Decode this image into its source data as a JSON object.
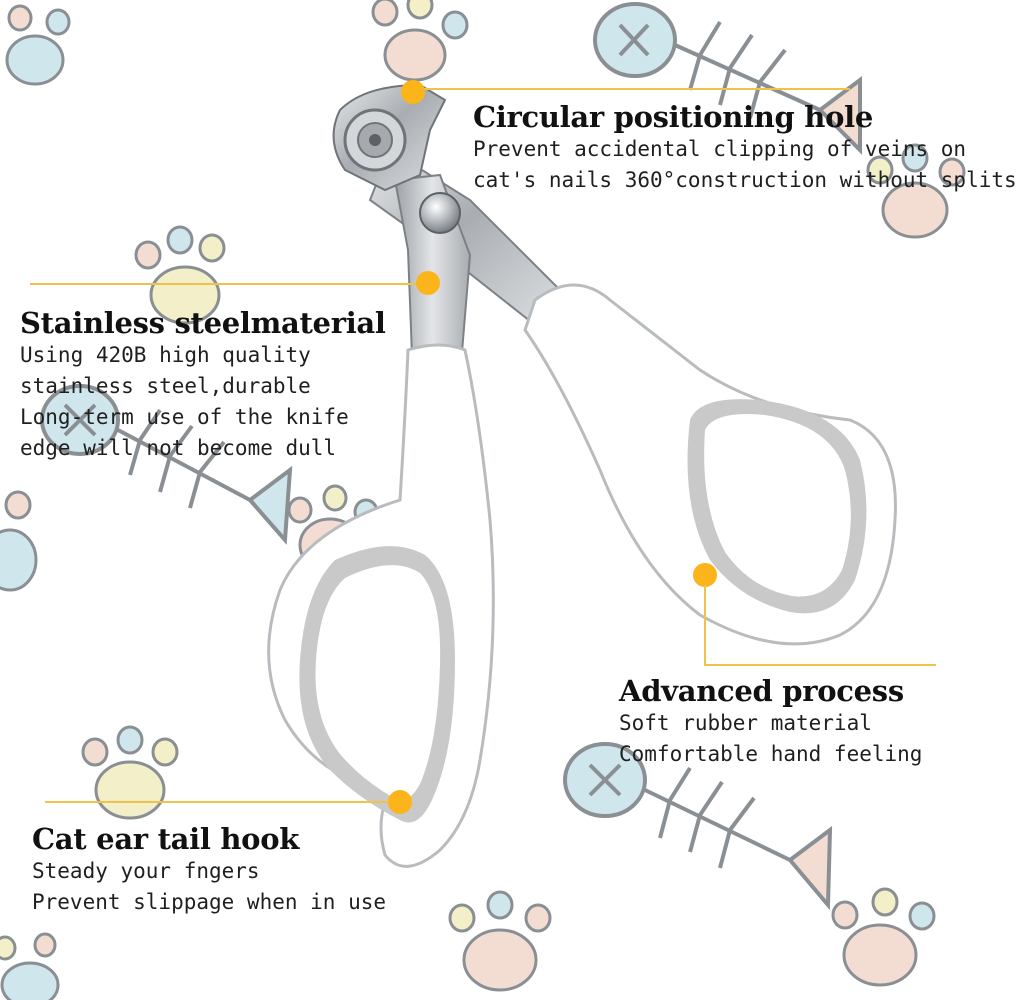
{
  "colors": {
    "accent": "#fbb41a",
    "leader_line": "#f1c24a",
    "handle": "#ffffff",
    "grip": "#c9c9c9",
    "steel": "#b8bcc0",
    "paw_blue": "#cfe6ec",
    "paw_peach": "#f3ddd2",
    "paw_yellow": "#f2efc9",
    "doodle_stroke": "#8a8f94"
  },
  "product": {
    "icon": "cat-nail-clipper-illustration"
  },
  "callouts": [
    {
      "id": "positioning-hole",
      "title": "Circular positioning hole",
      "lines": [
        "Prevent accidental clipping of veins on",
        "cat's nails 360°construction without splits"
      ]
    },
    {
      "id": "steel-material",
      "title": "Stainless steelmaterial",
      "lines": [
        "Using 420B high quality",
        "stainless steel,durable",
        "Long-term use of the knife",
        "edge will not become dull"
      ]
    },
    {
      "id": "advanced-process",
      "title": "Advanced process",
      "lines": [
        "Soft rubber material",
        "Comfortable hand feeling"
      ]
    },
    {
      "id": "ear-tail-hook",
      "title": "Cat ear tail hook",
      "lines": [
        "Steady your fngers",
        "Prevent slippage when in use"
      ]
    }
  ]
}
